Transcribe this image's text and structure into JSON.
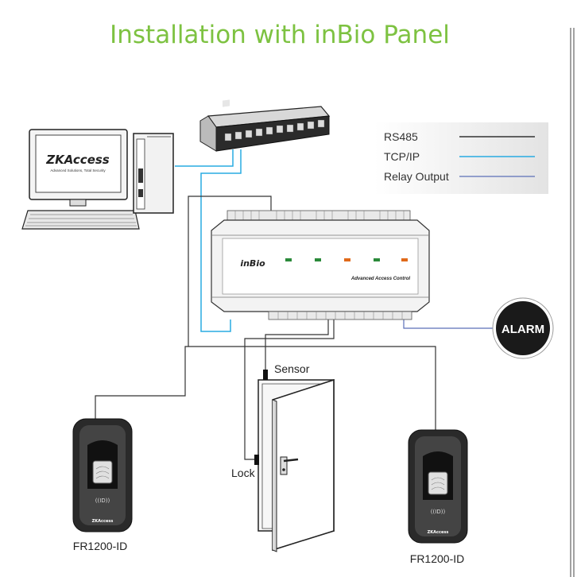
{
  "title": "Installation with inBio Panel",
  "legend": {
    "items": [
      {
        "label": "RS485",
        "color": "#333333"
      },
      {
        "label": "TCP/IP",
        "color": "#29abe2"
      },
      {
        "label": "Relay Output",
        "color": "#5b6fb7"
      }
    ]
  },
  "computer": {
    "logo": "ZKAccess",
    "tagline": "Advanced Solutions, Total Security"
  },
  "panel": {
    "brand": "inBio",
    "caption": "Advanced Access Control"
  },
  "alarm": {
    "label": "ALARM"
  },
  "labels": {
    "sensor": "Sensor",
    "lock": "Lock",
    "reader_left": "FR1200-ID",
    "reader_right": "FR1200-ID",
    "reader_brand": "ZKAccess",
    "reader_mark": "((ID))"
  },
  "colors": {
    "title": "#7dc241",
    "rs485": "#333333",
    "tcpip": "#29abe2",
    "relay": "#5b6fb7"
  }
}
